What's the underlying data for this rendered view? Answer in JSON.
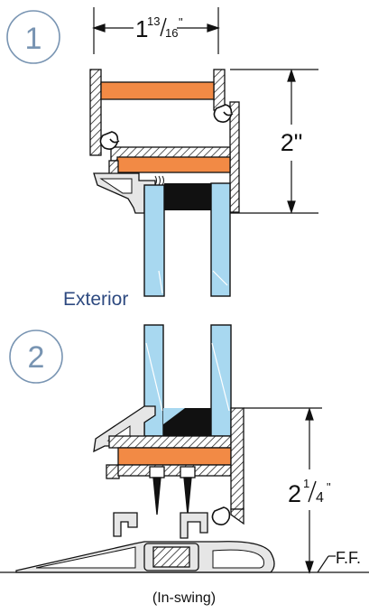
{
  "labels": {
    "section_1": "1",
    "section_2": "2",
    "exterior": "Exterior",
    "width_whole": "1",
    "width_num": "13",
    "width_den": "16",
    "width_inch": "\"",
    "height_top": "2\"",
    "height_bottom_whole": "2",
    "height_bottom_num": "1",
    "height_bottom_den": "4",
    "height_bottom_inch": "\"",
    "floor": "F.F.",
    "caption": "(In-swing)"
  },
  "colors": {
    "orange_fill": "#f28a45",
    "glass_fill": "#a8d8f0",
    "circle_stroke": "#7894b2",
    "exterior_text": "#2e4a80",
    "metal_fill": "#e6e6e6",
    "outline": "#111111",
    "gasket": "#111111"
  }
}
